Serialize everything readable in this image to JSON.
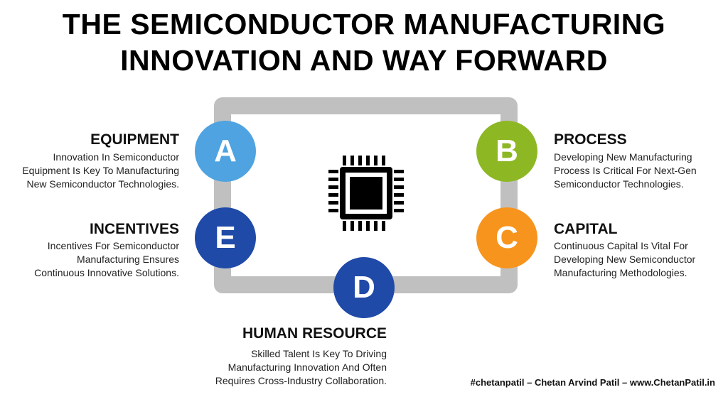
{
  "title": {
    "line1": "THE SEMICONDUCTOR MANUFACTURING",
    "line2": "INNOVATION AND WAY FORWARD"
  },
  "colors": {
    "frame": "#c0c0c0",
    "a": "#4fa3e0",
    "b": "#8db824",
    "c": "#f7941d",
    "d": "#1f4aa8",
    "e": "#1f4aa8"
  },
  "icons": {
    "center": "chip-icon"
  },
  "items": {
    "a": {
      "letter": "A",
      "heading": "EQUIPMENT",
      "lines": [
        "Innovation In Semiconductor",
        "Equipment Is Key To Manufacturing",
        "New Semiconductor Technologies."
      ]
    },
    "b": {
      "letter": "B",
      "heading": "PROCESS",
      "lines": [
        "Developing New Manufacturing",
        "Process Is Critical For Next-Gen",
        "Semiconductor Technologies."
      ]
    },
    "c": {
      "letter": "C",
      "heading": "CAPITAL",
      "lines": [
        "Continuous Capital Is Vital For",
        "Developing New Semiconductor",
        "Manufacturing Methodologies."
      ]
    },
    "d": {
      "letter": "D",
      "heading": "HUMAN RESOURCE",
      "lines": [
        "Skilled Talent Is Key To Driving",
        "Manufacturing Innovation And Often",
        "Requires Cross-Industry Collaboration."
      ]
    },
    "e": {
      "letter": "E",
      "heading": "INCENTIVES",
      "lines": [
        "Incentives For Semiconductor",
        "Manufacturing Ensures",
        "Continuous Innovative Solutions."
      ]
    }
  },
  "footer": "#chetanpatil – Chetan Arvind Patil – www.ChetanPatil.in"
}
